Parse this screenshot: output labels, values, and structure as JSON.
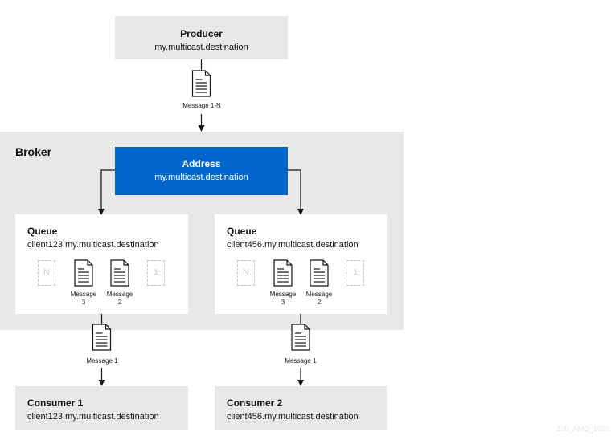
{
  "producer": {
    "title": "Producer",
    "destination": "my.multicast.destination"
  },
  "producer_message_label": "Message 1-N",
  "broker": {
    "label": "Broker",
    "address": {
      "title": "Address",
      "destination": "my.multicast.destination"
    },
    "queues": [
      {
        "title": "Queue",
        "destination": "client123.my.multicast.destination",
        "ghost_first": "N",
        "ghost_last": "1",
        "messages": [
          {
            "line1": "Message",
            "line2": "3"
          },
          {
            "line1": "Message",
            "line2": "2"
          }
        ]
      },
      {
        "title": "Queue",
        "destination": "client456.my.multicast.destination",
        "ghost_first": "N",
        "ghost_last": "1",
        "messages": [
          {
            "line1": "Message",
            "line2": "3"
          },
          {
            "line1": "Message",
            "line2": "2"
          }
        ]
      }
    ]
  },
  "delivery_labels": [
    "Message 1",
    "Message 1"
  ],
  "consumers": [
    {
      "title": "Consumer 1",
      "destination": "client123.my.multicast.destination"
    },
    {
      "title": "Consumer 2",
      "destination": "client456.my.multicast.destination"
    }
  ],
  "watermark": "120_AMQ_1020",
  "colors": {
    "address_blue": "#0066cc",
    "panel_gray": "#e8e8e8",
    "line": "#151515"
  }
}
